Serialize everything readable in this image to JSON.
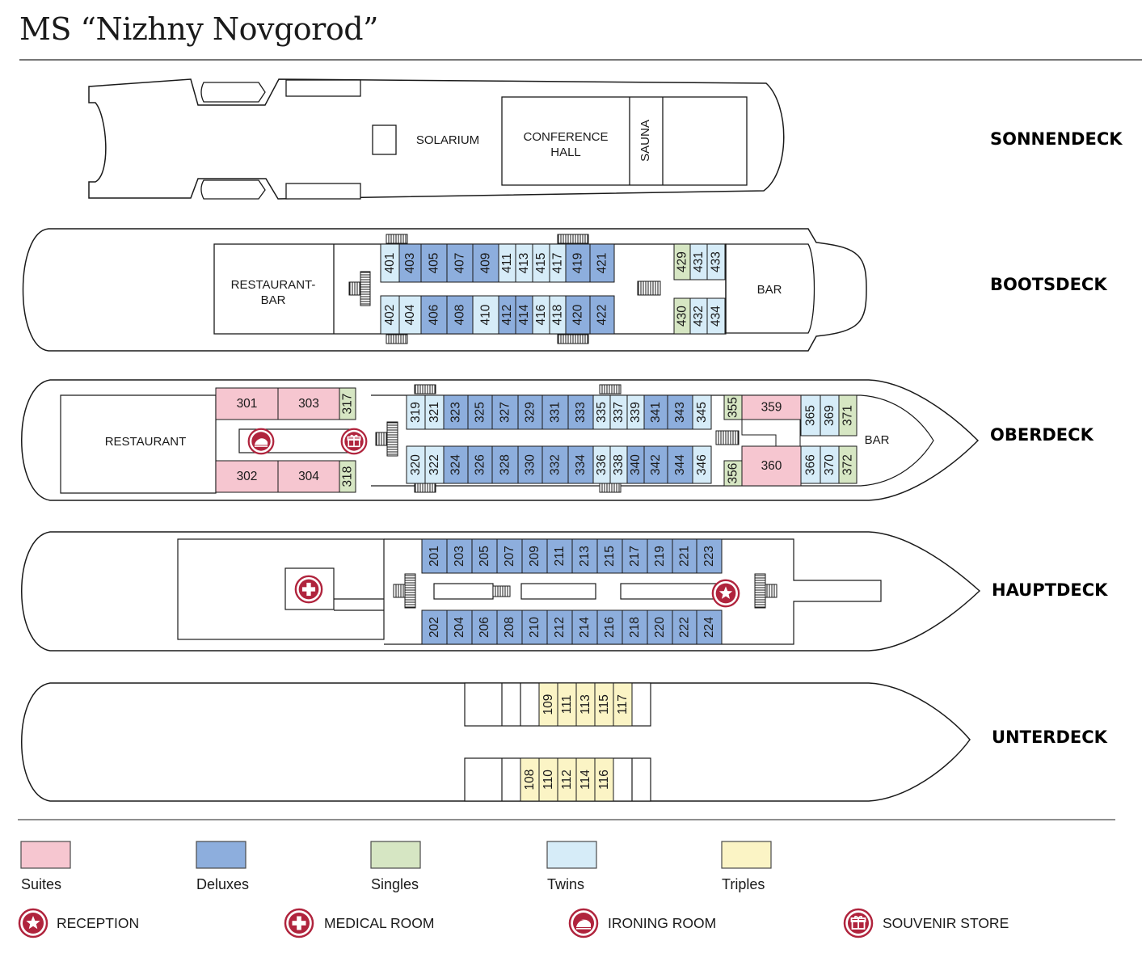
{
  "title": "MS “Nizhny Novgorod”",
  "decks": {
    "sonnendeck": "SONNENDECK",
    "bootsdeck": "BOOTSDECK",
    "oberdeck": "OBERDECK",
    "hauptdeck": "HAUPTDECK",
    "unterdeck": "UNTERDECK"
  },
  "areas": {
    "solarium": "SOLARIUM",
    "conference_1": "CONFERENCE",
    "conference_2": "HALL",
    "sauna": "SAUNA",
    "restaurant_bar_1": "RESTAURANT-",
    "restaurant_bar_2": "BAR",
    "boots_bar": "BAR",
    "restaurant": "RESTAURANT",
    "ober_bar": "BAR"
  },
  "colors": {
    "suite": "#f6c6d0",
    "deluxe": "#8daedd",
    "single": "#d6e6c3",
    "twin": "#d6ecf8",
    "triple": "#fbf4c5",
    "icon": "#b0243d",
    "line": "#1a1a1a"
  },
  "cabins": {
    "bootsdeck": [
      {
        "no": "401",
        "type": "twin"
      },
      {
        "no": "403",
        "type": "deluxe"
      },
      {
        "no": "405",
        "type": "deluxe"
      },
      {
        "no": "407",
        "type": "deluxe"
      },
      {
        "no": "409",
        "type": "deluxe"
      },
      {
        "no": "411",
        "type": "twin"
      },
      {
        "no": "413",
        "type": "twin"
      },
      {
        "no": "415",
        "type": "twin"
      },
      {
        "no": "417",
        "type": "twin"
      },
      {
        "no": "419",
        "type": "deluxe"
      },
      {
        "no": "421",
        "type": "deluxe"
      },
      {
        "no": "402",
        "type": "twin"
      },
      {
        "no": "404",
        "type": "twin"
      },
      {
        "no": "406",
        "type": "deluxe"
      },
      {
        "no": "408",
        "type": "deluxe"
      },
      {
        "no": "410",
        "type": "twin"
      },
      {
        "no": "412",
        "type": "deluxe"
      },
      {
        "no": "414",
        "type": "deluxe"
      },
      {
        "no": "416",
        "type": "twin"
      },
      {
        "no": "418",
        "type": "twin"
      },
      {
        "no": "420",
        "type": "deluxe"
      },
      {
        "no": "422",
        "type": "deluxe"
      },
      {
        "no": "429",
        "type": "single"
      },
      {
        "no": "431",
        "type": "twin"
      },
      {
        "no": "433",
        "type": "twin"
      },
      {
        "no": "430",
        "type": "single"
      },
      {
        "no": "432",
        "type": "twin"
      },
      {
        "no": "434",
        "type": "twin"
      }
    ],
    "oberdeck": [
      {
        "no": "301",
        "type": "suite"
      },
      {
        "no": "303",
        "type": "suite"
      },
      {
        "no": "317",
        "type": "single"
      },
      {
        "no": "302",
        "type": "suite"
      },
      {
        "no": "304",
        "type": "suite"
      },
      {
        "no": "318",
        "type": "single"
      },
      {
        "no": "319",
        "type": "twin"
      },
      {
        "no": "321",
        "type": "twin"
      },
      {
        "no": "323",
        "type": "deluxe"
      },
      {
        "no": "325",
        "type": "deluxe"
      },
      {
        "no": "327",
        "type": "deluxe"
      },
      {
        "no": "329",
        "type": "deluxe"
      },
      {
        "no": "331",
        "type": "deluxe"
      },
      {
        "no": "333",
        "type": "deluxe"
      },
      {
        "no": "335",
        "type": "twin"
      },
      {
        "no": "337",
        "type": "twin"
      },
      {
        "no": "339",
        "type": "twin"
      },
      {
        "no": "341",
        "type": "deluxe"
      },
      {
        "no": "343",
        "type": "deluxe"
      },
      {
        "no": "345",
        "type": "twin"
      },
      {
        "no": "320",
        "type": "twin"
      },
      {
        "no": "322",
        "type": "twin"
      },
      {
        "no": "324",
        "type": "deluxe"
      },
      {
        "no": "326",
        "type": "deluxe"
      },
      {
        "no": "328",
        "type": "deluxe"
      },
      {
        "no": "330",
        "type": "deluxe"
      },
      {
        "no": "332",
        "type": "deluxe"
      },
      {
        "no": "334",
        "type": "deluxe"
      },
      {
        "no": "336",
        "type": "twin"
      },
      {
        "no": "338",
        "type": "twin"
      },
      {
        "no": "340",
        "type": "deluxe"
      },
      {
        "no": "342",
        "type": "deluxe"
      },
      {
        "no": "344",
        "type": "deluxe"
      },
      {
        "no": "346",
        "type": "twin"
      },
      {
        "no": "355",
        "type": "single"
      },
      {
        "no": "359",
        "type": "suite"
      },
      {
        "no": "365",
        "type": "twin"
      },
      {
        "no": "369",
        "type": "twin"
      },
      {
        "no": "371",
        "type": "single"
      },
      {
        "no": "356",
        "type": "single"
      },
      {
        "no": "360",
        "type": "suite"
      },
      {
        "no": "366",
        "type": "twin"
      },
      {
        "no": "370",
        "type": "twin"
      },
      {
        "no": "372",
        "type": "single"
      }
    ],
    "hauptdeck": [
      {
        "no": "201",
        "type": "deluxe"
      },
      {
        "no": "203",
        "type": "deluxe"
      },
      {
        "no": "205",
        "type": "deluxe"
      },
      {
        "no": "207",
        "type": "deluxe"
      },
      {
        "no": "209",
        "type": "deluxe"
      },
      {
        "no": "211",
        "type": "deluxe"
      },
      {
        "no": "213",
        "type": "deluxe"
      },
      {
        "no": "215",
        "type": "deluxe"
      },
      {
        "no": "217",
        "type": "deluxe"
      },
      {
        "no": "219",
        "type": "deluxe"
      },
      {
        "no": "221",
        "type": "deluxe"
      },
      {
        "no": "223",
        "type": "deluxe"
      },
      {
        "no": "202",
        "type": "deluxe"
      },
      {
        "no": "204",
        "type": "deluxe"
      },
      {
        "no": "206",
        "type": "deluxe"
      },
      {
        "no": "208",
        "type": "deluxe"
      },
      {
        "no": "210",
        "type": "deluxe"
      },
      {
        "no": "212",
        "type": "deluxe"
      },
      {
        "no": "214",
        "type": "deluxe"
      },
      {
        "no": "216",
        "type": "deluxe"
      },
      {
        "no": "218",
        "type": "deluxe"
      },
      {
        "no": "220",
        "type": "deluxe"
      },
      {
        "no": "222",
        "type": "deluxe"
      },
      {
        "no": "224",
        "type": "deluxe"
      }
    ],
    "unterdeck": [
      {
        "no": "109",
        "type": "triple"
      },
      {
        "no": "111",
        "type": "triple"
      },
      {
        "no": "113",
        "type": "triple"
      },
      {
        "no": "115",
        "type": "triple"
      },
      {
        "no": "117",
        "type": "triple"
      },
      {
        "no": "108",
        "type": "triple"
      },
      {
        "no": "110",
        "type": "triple"
      },
      {
        "no": "112",
        "type": "triple"
      },
      {
        "no": "114",
        "type": "triple"
      },
      {
        "no": "116",
        "type": "triple"
      }
    ]
  },
  "legend": {
    "categories": [
      {
        "label": "Suites",
        "type": "suite"
      },
      {
        "label": "Deluxes",
        "type": "deluxe"
      },
      {
        "label": "Singles",
        "type": "single"
      },
      {
        "label": "Twins",
        "type": "twin"
      },
      {
        "label": "Triples",
        "type": "triple"
      }
    ],
    "facilities": [
      {
        "label": "RECEPTION",
        "icon": "star-icon"
      },
      {
        "label": "MEDICAL ROOM",
        "icon": "cross-icon"
      },
      {
        "label": "IRONING ROOM",
        "icon": "iron-icon"
      },
      {
        "label": "SOUVENIR STORE",
        "icon": "gift-icon"
      }
    ]
  }
}
